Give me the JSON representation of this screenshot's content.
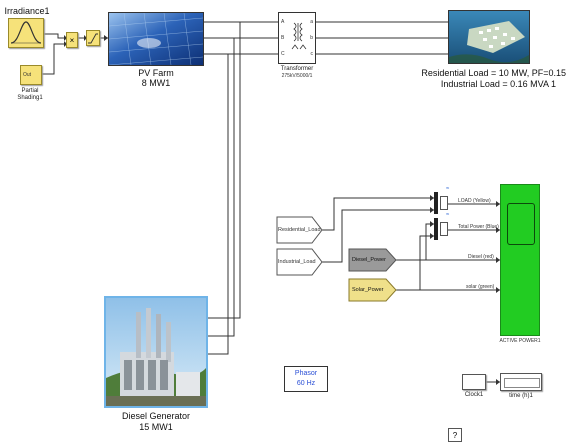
{
  "blocks": {
    "irradiance": {
      "label": "Irradiance1"
    },
    "partial_shading": {
      "label_line1": "Partial",
      "label_line2": "Shading1",
      "port": "Out"
    },
    "pv_farm": {
      "label_line1": "PV Farm",
      "label_line2": "8 MW1"
    },
    "transformer": {
      "label": "Transformer",
      "sublabel": "275kV/5000/1",
      "ports_left": [
        "A",
        "B",
        "C"
      ],
      "ports_right": [
        "a",
        "b",
        "c"
      ]
    },
    "residential_load": {
      "label_line1": "Residential Load = 10 MW, PF=0.15",
      "label_line2": "Industrial Load = 0.16 MVA 1"
    },
    "diesel_generator": {
      "label_line1": "Diesel Generator",
      "label_line2": "15 MW1"
    },
    "phasor": {
      "label_line1": "Phasor",
      "label_line2": "60 Hz"
    },
    "clock": {
      "label": "Clock1"
    },
    "time_display": {
      "label": "time (h)1"
    },
    "help": {
      "label": "?"
    },
    "active_power": {
      "label": "ACTIVE POWER1"
    },
    "goto_tags": {
      "residential": "Residential_Load",
      "industrial": "Industrial_Load",
      "diesel": "Diesel_Power",
      "solar": "Solar_Power"
    },
    "signal_labels": {
      "load": "LOAD (Yellow)",
      "total": "Total Power (Blue)",
      "diesel": "Diesel (red)",
      "solar": "solar (green)"
    }
  },
  "colors": {
    "gain_yellow": "#f6e27a",
    "scope_green": "#22cc22",
    "phasor_text": "#2a4fd6",
    "tag_gray": "#9a9a9a",
    "tag_yellow": "#efe08a"
  }
}
